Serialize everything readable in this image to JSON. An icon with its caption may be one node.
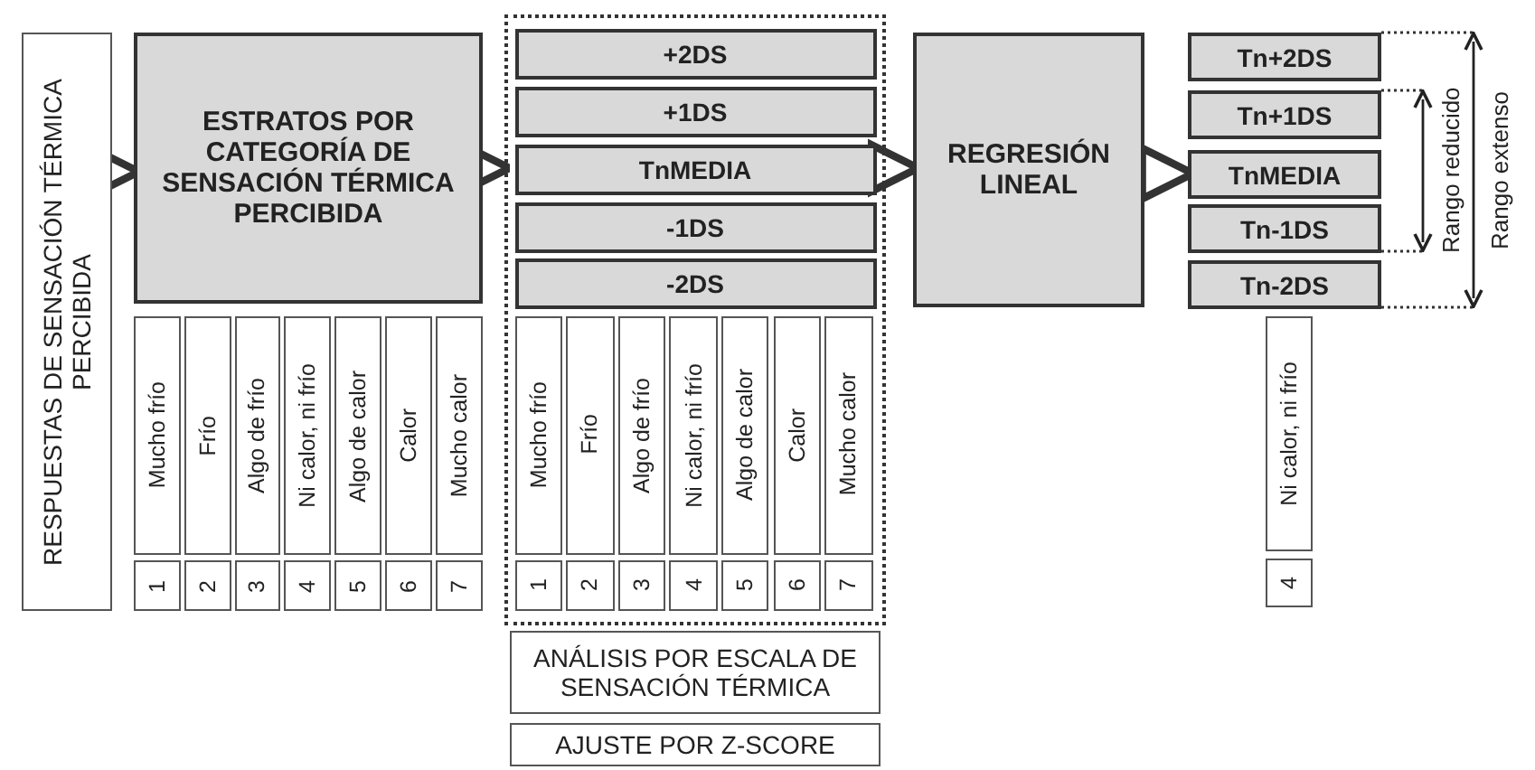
{
  "diagram": {
    "nodes": [
      {
        "text": [
          "RESPUESTAS DE SENSACIÓN TÉRMICA PERCIBIDA"
        ]
      },
      {
        "text": [
          "ESTRATOS POR CATEGORÍA DE SENSACIÓN TÉRMICA PERCIBIDA"
        ]
      },
      {
        "text": [
          "Mucho frío"
        ]
      },
      {
        "text": [
          "Frío"
        ]
      },
      {
        "text": [
          "Algo de frío"
        ]
      },
      {
        "text": [
          "Ni calor, ni frío"
        ]
      },
      {
        "text": [
          "Algo de calor"
        ]
      },
      {
        "text": [
          "Calor"
        ]
      },
      {
        "text": [
          "Mucho calor"
        ]
      },
      {
        "text": [
          "1"
        ]
      },
      {
        "text": [
          "2"
        ]
      },
      {
        "text": [
          "3"
        ]
      },
      {
        "text": [
          "4"
        ]
      },
      {
        "text": [
          "5"
        ]
      },
      {
        "text": [
          "6"
        ]
      },
      {
        "text": [
          "7"
        ]
      },
      {
        "text": [],
        "shape": "box"
      },
      {
        "text": [
          "+2DS"
        ],
        "in": 16
      },
      {
        "text": [
          "+1DS"
        ],
        "in": 16
      },
      {
        "text": [
          "TnMEDIA"
        ],
        "in": 16
      },
      {
        "text": [
          "-1DS"
        ],
        "in": 16
      },
      {
        "text": [
          "-2DS"
        ],
        "in": 16
      },
      {
        "text": [
          "Mucho frío"
        ],
        "in": 16
      },
      {
        "text": [
          "Frío"
        ],
        "in": 16
      },
      {
        "text": [
          "Algo de frío"
        ],
        "in": 16
      },
      {
        "text": [
          "Ni calor, ni frío"
        ],
        "in": 16
      },
      {
        "text": [
          "Algo de calor"
        ],
        "in": 16
      },
      {
        "text": [
          "Calor"
        ],
        "in": 16
      },
      {
        "text": [
          "Mucho calor"
        ],
        "in": 16
      },
      {
        "text": [
          "1"
        ],
        "in": 16
      },
      {
        "text": [
          "2"
        ],
        "in": 16
      },
      {
        "text": [
          "3"
        ],
        "in": 16
      },
      {
        "text": [
          "4"
        ],
        "in": 16
      },
      {
        "text": [
          "5"
        ],
        "in": 16
      },
      {
        "text": [
          "6"
        ],
        "in": 16
      },
      {
        "text": [
          "7"
        ],
        "in": 16
      },
      {
        "text": [
          "ANÁLISIS POR ESCALA DE SENSACIÓN TÉRMICA"
        ]
      },
      {
        "text": [
          "AJUSTE POR Z-SCORE"
        ]
      },
      {
        "text": [
          "REGRESIÓN LINEAL"
        ]
      },
      {
        "text": [
          "Tn+2DS"
        ]
      },
      {
        "text": [
          "Tn+1DS"
        ]
      },
      {
        "text": [
          "TnMEDIA"
        ]
      },
      {
        "text": [
          "Tn-1DS"
        ]
      },
      {
        "text": [
          "Tn-2DS"
        ]
      },
      {
        "text": [
          "Ni calor, ni frío"
        ]
      },
      {
        "text": [
          "4"
        ]
      }
    ],
    "edges": [
      {
        "from": 0,
        "to": 1,
        "arrow": "to"
      },
      {
        "from": 1,
        "to": 16,
        "arrow": "to"
      },
      {
        "from": 16,
        "to": 38,
        "arrow": "to"
      },
      {
        "from": 38,
        "to": 41,
        "arrow": "to"
      }
    ],
    "labels": [
      "Rango reducido",
      "Rango extenso"
    ]
  }
}
